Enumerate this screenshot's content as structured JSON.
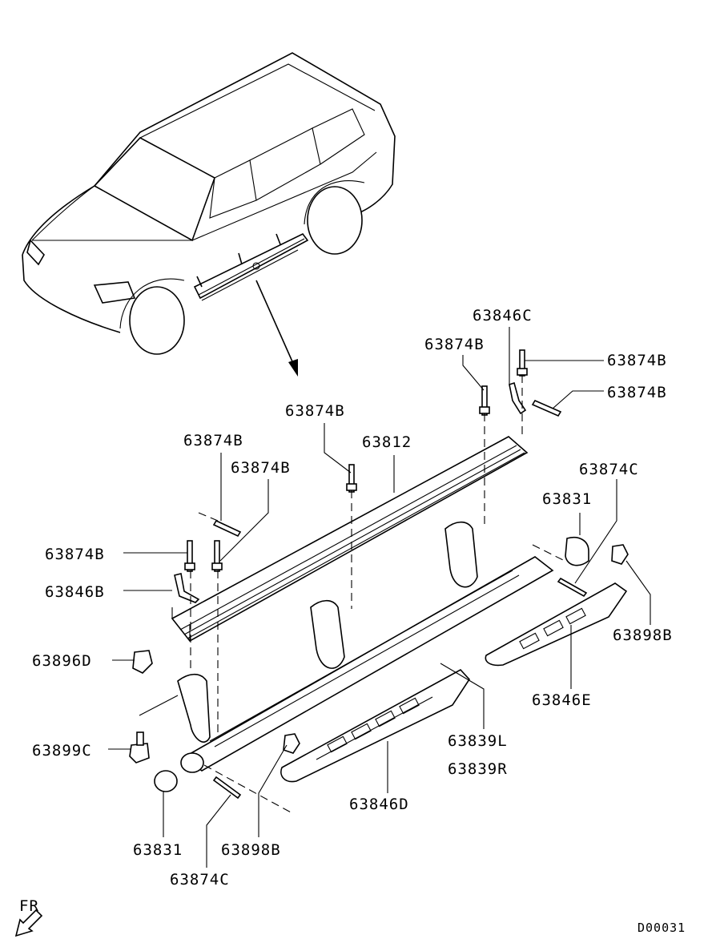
{
  "callouts": {
    "c01": "63846C",
    "c02": "63874B",
    "c03": "63874B",
    "c04": "63874B",
    "c05": "63874B",
    "c06": "63812",
    "c07": "63874B",
    "c08": "63874B",
    "c09": "63874C",
    "c10": "63831",
    "c11": "63874B",
    "c12": "63846B",
    "c13": "63898B",
    "c14": "63896D",
    "c15": "63846E",
    "c16": "63899C",
    "c17": "63839L",
    "c18": "63839R",
    "c19": "63846D",
    "c20": "63831",
    "c21": "63898B",
    "c22": "63874C"
  },
  "direction_label": "FR",
  "diagram_code": "D00031"
}
